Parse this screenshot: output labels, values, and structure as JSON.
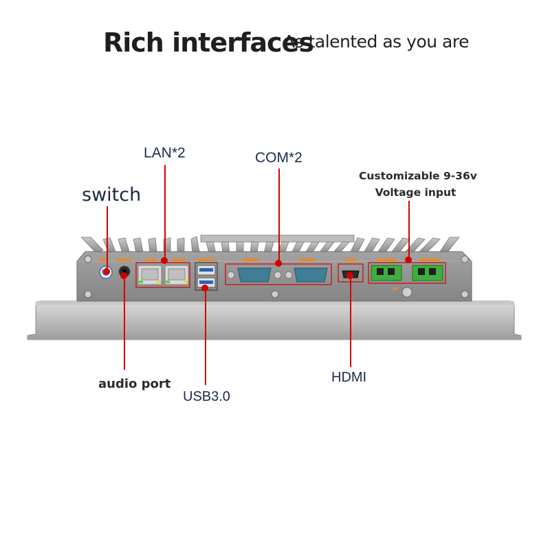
{
  "header": {
    "title": "Rich interfaces",
    "subtitle": "As talented as you are"
  },
  "callouts": {
    "switch": "switch",
    "lan": "LAN*2",
    "com": "COM*2",
    "voltage_line1": "Customizable 9-36v",
    "voltage_line2": "Voltage input",
    "audio": "audio port",
    "usb": "USB3.0",
    "hdmi": "HDMI"
  },
  "colors": {
    "accent": "#d40000",
    "chassis": "#8c8c8c",
    "port_label": "#e8892b",
    "terminal": "#3fae3f"
  },
  "icons": {
    "power": "power-icon",
    "audio": "audio-jack-icon"
  }
}
